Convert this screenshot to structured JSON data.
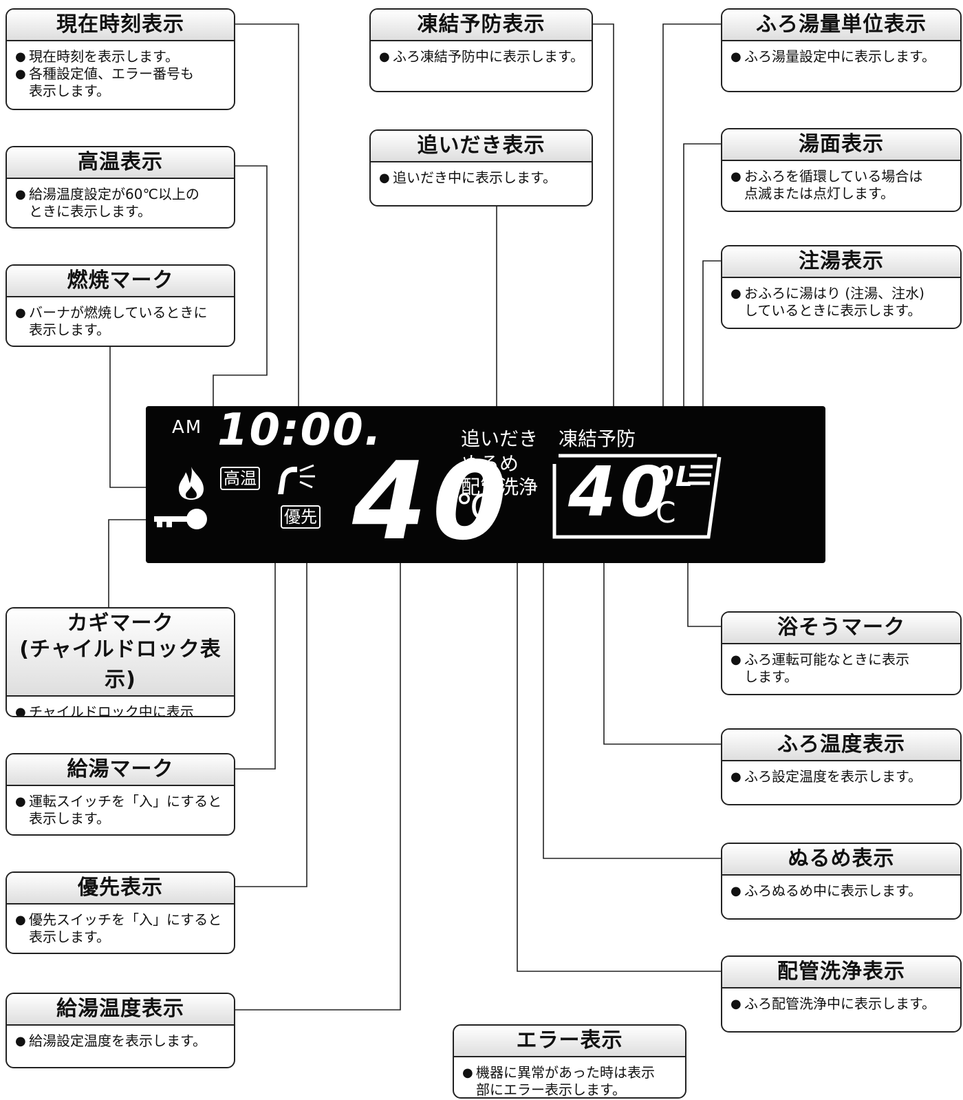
{
  "callouts": {
    "current_time": {
      "title": "現在時刻表示",
      "lines": [
        "現在時刻を表示します。",
        "各種設定値、エラー番号も\n表示します。"
      ]
    },
    "high_temp": {
      "title": "高温表示",
      "lines": [
        "給湯温度設定が60℃以上の\nときに表示します。"
      ]
    },
    "combustion": {
      "title": "燃焼マーク",
      "lines": [
        "バーナが燃焼しているときに\n表示します。"
      ]
    },
    "key_mark": {
      "title": "カギマーク",
      "title2": "(チャイルドロック表示)",
      "lines": [
        "チャイルドロック中に表示\nします。"
      ]
    },
    "hot_water_mark": {
      "title": "給湯マーク",
      "lines": [
        "運転スイッチを「入」にすると\n表示します。"
      ]
    },
    "priority": {
      "title": "優先表示",
      "lines": [
        "優先スイッチを「入」にすると\n表示します。"
      ]
    },
    "hot_water_temp": {
      "title": "給湯温度表示",
      "lines": [
        "給湯設定温度を表示します。"
      ]
    },
    "freeze_prevent": {
      "title": "凍結予防表示",
      "lines": [
        "ふろ凍結予防中に表示します。"
      ]
    },
    "reheat": {
      "title": "追いだき表示",
      "lines": [
        "追いだき中に表示します。"
      ]
    },
    "error": {
      "title": "エラー表示",
      "lines": [
        "機器に異常があった時は表示\n部にエラー表示します。"
      ]
    },
    "bath_volume_unit": {
      "title": "ふろ湯量単位表示",
      "lines": [
        "ふろ湯量設定中に表示します。"
      ]
    },
    "water_surface": {
      "title": "湯面表示",
      "lines": [
        "おふろを循環している場合は\n点滅または点灯します。"
      ]
    },
    "filling": {
      "title": "注湯表示",
      "lines": [
        "おふろに湯はり (注湯、注水)\nしているときに表示します。"
      ]
    },
    "bathtub_mark": {
      "title": "浴そうマーク",
      "lines": [
        "ふろ運転可能なときに表示\nします。"
      ]
    },
    "bath_temp": {
      "title": "ふろ温度表示",
      "lines": [
        "ふろ設定温度を表示します。"
      ]
    },
    "lukewarm": {
      "title": "ぬるめ表示",
      "lines": [
        "ふろぬるめ中に表示します。"
      ]
    },
    "pipe_cleaning": {
      "title": "配管洗浄表示",
      "lines": [
        "ふろ配管洗浄中に表示します。"
      ]
    }
  },
  "display": {
    "am": "AM",
    "time": "10:00.",
    "high_temp_label": "高温",
    "priority_label": "優先",
    "hot_water_temp": "40",
    "unit": "℃",
    "reheat_label": "追いだき",
    "lukewarm_label": "ぬるめ",
    "pipe_cleaning_label": "配管洗浄",
    "freeze_label": "凍結予防",
    "bath_temp": "40",
    "volume_unit": "0L"
  },
  "bullet_symbol": "●",
  "colors": {
    "panel": "#050505",
    "title_bg": "#dedede",
    "line": "#222222",
    "display_text": "#ffffff"
  }
}
